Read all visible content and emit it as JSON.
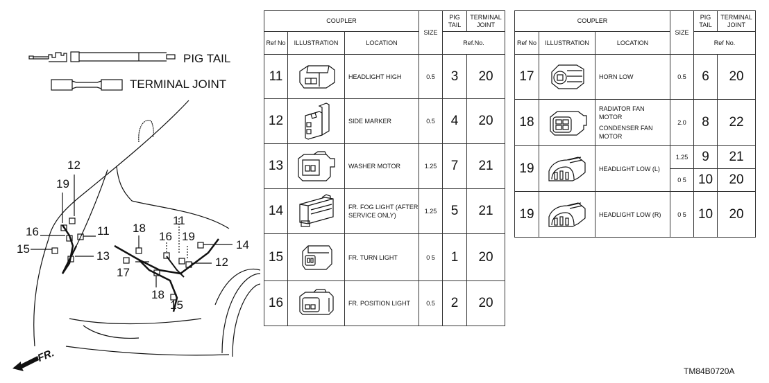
{
  "legend": {
    "pig_tail_label": "PIG TAIL",
    "terminal_joint_label": "TERMINAL JOINT"
  },
  "headers": {
    "coupler": "COUPLER",
    "size": "SIZE",
    "pig_tail": "PIG TAIL",
    "terminal_joint": "TERMINAL JOINT",
    "ref_no_col": "Ref No",
    "illustration": "ILLUSTRATION",
    "location": "LOCATION",
    "ref_no_left": "Ref.No.",
    "ref_no_right": "Ref No."
  },
  "left_table": [
    {
      "ref": "11",
      "location": "HEADLIGHT HIGH",
      "size": "0.5",
      "pig_tail": "3",
      "terminal_joint": "20",
      "icon": "connector-headlight-high-icon"
    },
    {
      "ref": "12",
      "location": "SIDE MARKER",
      "size": "0.5",
      "pig_tail": "4",
      "terminal_joint": "20",
      "icon": "connector-side-marker-icon"
    },
    {
      "ref": "13",
      "location": "WASHER MOTOR",
      "size": "1.25",
      "pig_tail": "7",
      "terminal_joint": "21",
      "icon": "connector-washer-motor-icon"
    },
    {
      "ref": "14",
      "location": "FR. FOG LIGHT (AFTER SERVICE ONLY)",
      "size": "1.25",
      "pig_tail": "5",
      "terminal_joint": "21",
      "icon": "connector-fog-light-icon"
    },
    {
      "ref": "15",
      "location": "FR. TURN LIGHT",
      "size": "0 5",
      "pig_tail": "1",
      "terminal_joint": "20",
      "icon": "connector-turn-light-icon"
    },
    {
      "ref": "16",
      "location": "FR. POSITION LIGHT",
      "size": "0.5",
      "pig_tail": "2",
      "terminal_joint": "20",
      "icon": "connector-position-light-icon"
    }
  ],
  "right_table": [
    {
      "ref": "17",
      "location": "HORN LOW",
      "size": "0.5",
      "pig_tail": "6",
      "terminal_joint": "20",
      "icon": "connector-horn-icon"
    },
    {
      "ref": "18",
      "location_line1": "RADIATOR FAN MOTOR",
      "location_line2": "CONDENSER FAN MOTOR",
      "size": "2.0",
      "pig_tail": "8",
      "terminal_joint": "22",
      "icon": "connector-fan-motor-icon"
    },
    {
      "ref": "19",
      "location": "HEADLIGHT LOW (L)",
      "sub": [
        {
          "size": "1.25",
          "pig_tail": "9",
          "terminal_joint": "21"
        },
        {
          "size": "0 5",
          "pig_tail": "10",
          "terminal_joint": "20"
        }
      ],
      "icon": "connector-headlight-low-icon"
    },
    {
      "ref": "19",
      "location": "HEADLIGHT LOW (R)",
      "size": "0 5",
      "pig_tail": "10",
      "terminal_joint": "20",
      "icon": "connector-headlight-low-icon"
    }
  ],
  "callouts": {
    "c12a": "12",
    "c19a": "19",
    "c16a": "16",
    "c11a": "11",
    "c15a": "15",
    "c13a": "13",
    "c18a": "18",
    "c11b": "11",
    "c16b": "16",
    "c19b": "19",
    "c14": "14",
    "c12b": "12",
    "c17": "17",
    "c18b": "18",
    "c15b": "15"
  },
  "direction_label": "FR.",
  "diagram_code": "TM84B0720A"
}
